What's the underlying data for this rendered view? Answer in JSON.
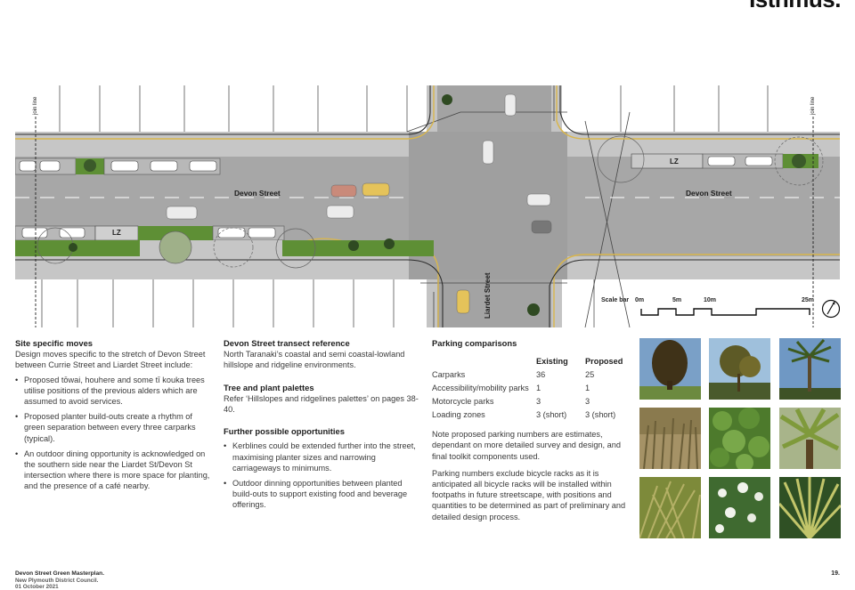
{
  "page": {
    "headline": "Isthmus."
  },
  "plan": {
    "street_left": "Devon Street",
    "street_right": "Devon Street",
    "cross_street": "Liardet Street",
    "loading_zone_top": "LZ",
    "loading_zone_bottom": "LZ",
    "join_line_left": "join line",
    "join_line_right": "join line",
    "scale_title": "Scale bar",
    "scale_ticks": [
      "0m",
      "5m",
      "10m",
      "25m"
    ]
  },
  "site_specific": {
    "heading": "Site specific moves",
    "intro": "Design moves specific to the stretch of Devon Street between Currie Street and Liardet Street include:",
    "bullets": [
      "Proposed tōwai, houhere and some tī kouka trees utilise positions of the previous alders which are assumed to avoid services.",
      "Proposed planter build-outs create a rhythm of green separation between every three carparks (typical).",
      "An outdoor dining opportunity is acknowledged on the southern side near the Liardet St/Devon St intersection where there is more space for planting, and the presence of a café nearby."
    ]
  },
  "transect": {
    "heading": "Devon Street transect reference",
    "body": "North Taranaki’s coastal and semi coastal-lowland hillslope and ridgeline environments."
  },
  "palettes": {
    "heading": "Tree and plant palettes",
    "body": "Refer ‘Hillslopes and ridgelines palettes’ on pages 38-40."
  },
  "opportunities": {
    "heading": "Further possible opportunities",
    "bullets": [
      "Kerblines could be extended further into the street, maximising planter sizes and narrowing carriageways to minimums.",
      "Outdoor dinning opportunities between planted build-outs to support existing food and beverage offerings."
    ]
  },
  "parking": {
    "heading": "Parking comparisons",
    "col_existing": "Existing",
    "col_proposed": "Proposed",
    "rows": [
      {
        "label": "Carparks",
        "existing": "36",
        "proposed": "25"
      },
      {
        "label": "Accessibility/mobility parks",
        "existing": "1",
        "proposed": "1"
      },
      {
        "label": "Motorcycle parks",
        "existing": "3",
        "proposed": "3"
      },
      {
        "label": "Loading zones",
        "existing": "3 (short)",
        "proposed": "3 (short)"
      }
    ],
    "note1": "Note proposed parking numbers are estimates, dependant on more detailed survey and design, and final toolkit components used.",
    "note2": "Parking numbers exclude bicycle racks as it is anticipated all bicycle racks will be installed within footpaths in future streetscape, with positions and quantities to be determined as part of preliminary and detailed design process."
  },
  "footer": {
    "title": "Devon Street Green Masterplan.",
    "org": "New Plymouth District Council.",
    "date": "01 October 2021",
    "page_number": "19."
  }
}
